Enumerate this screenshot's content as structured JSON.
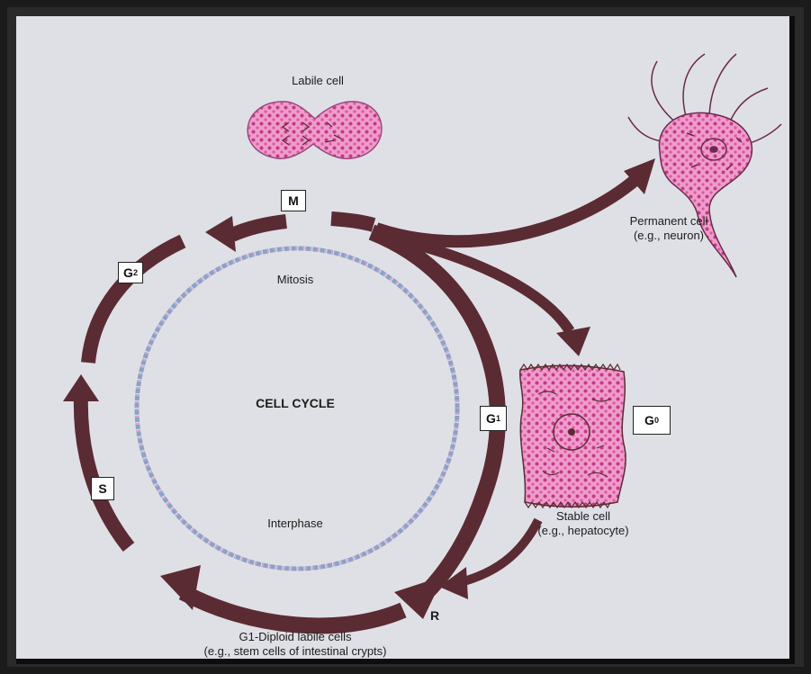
{
  "labels": {
    "labile_cell": "Labile cell",
    "permanent_cell_line1": "Permanent cell",
    "permanent_cell_line2": "(e.g., neuron)",
    "mitosis": "Mitosis",
    "cell_cycle": "CELL CYCLE",
    "interphase": "Interphase",
    "stable_cell_line1": "Stable cell",
    "stable_cell_line2": "(e.g., hepatocyte)",
    "g1_diploid_line1": "G1-Diploid labile cells",
    "g1_diploid_line2": "(e.g., stem cells of intestinal crypts)",
    "restriction_point": "R"
  },
  "phase_boxes": {
    "m": "M",
    "g2_main": "G",
    "g2_sub": "2",
    "s": "S",
    "g1_main": "G",
    "g1_sub": "1",
    "g0_main": "G",
    "g0_sub": "0"
  },
  "colors": {
    "arrow": "#5b2b33",
    "cell_fill": "#e58fbf",
    "cell_dots": "#c0367e",
    "dashed_circle": "#8aa4c8",
    "background": "#dfe0e6"
  }
}
